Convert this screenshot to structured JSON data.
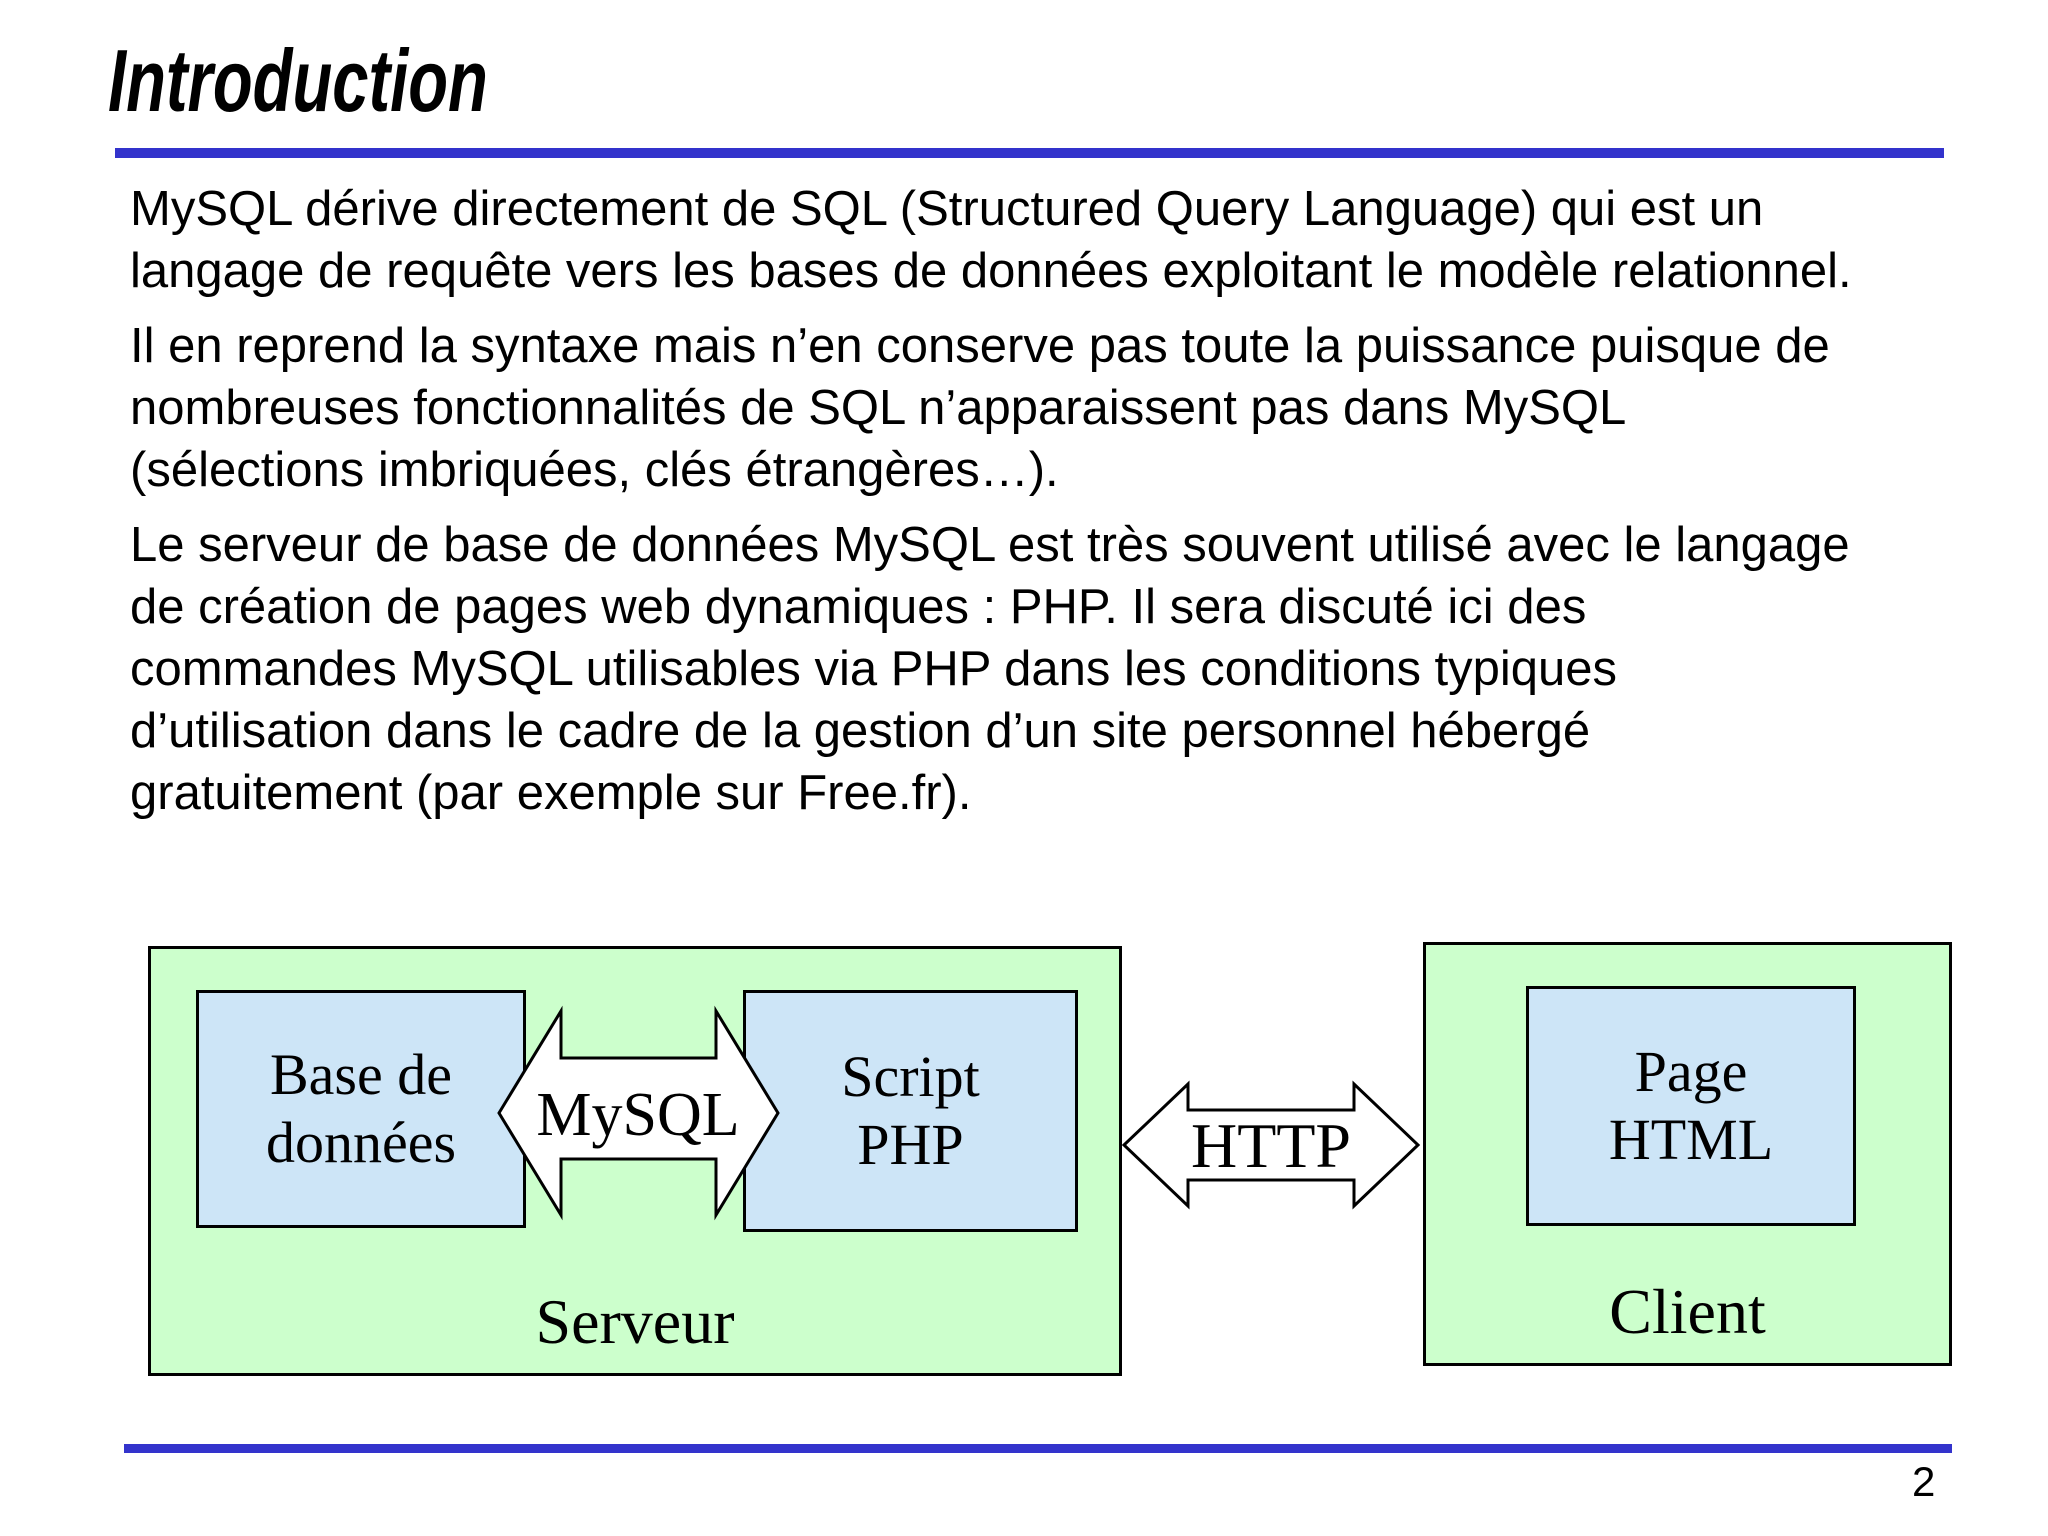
{
  "slide": {
    "title": "Introduction",
    "page_number": "2",
    "paragraphs": [
      "MySQL dérive directement de SQL (Structured Query Language) qui est un\nlangage de requête vers les bases de données exploitant le modèle relationnel.",
      "Il en reprend la syntaxe mais n’en conserve pas toute la puissance puisque de\nnombreuses fonctionnalités de SQL n’apparaissent pas dans MySQL\n(sélections imbriquées, clés étrangères…).",
      "Le serveur de base de données MySQL est très souvent utilisé avec le langage\nde création de pages web dynamiques : PHP. Il sera discuté ici des\ncommandes MySQL utilisables via PHP dans les conditions typiques\nd’utilisation dans le cadre de la gestion d’un site personnel hébergé\ngratuitement (par exemple sur Free.fr)."
    ]
  },
  "diagram": {
    "server": {
      "label": "Serveur",
      "database_box": "Base de\ndonnées",
      "php_box": "Script\nPHP",
      "arrow_label": "MySQL"
    },
    "transport_arrow_label": "HTTP",
    "client": {
      "label": "Client",
      "html_box": "Page\nHTML"
    }
  },
  "colors": {
    "accent_rule": "#3333cc",
    "group_fill": "#ccffcc",
    "node_fill": "#cde5f7"
  }
}
